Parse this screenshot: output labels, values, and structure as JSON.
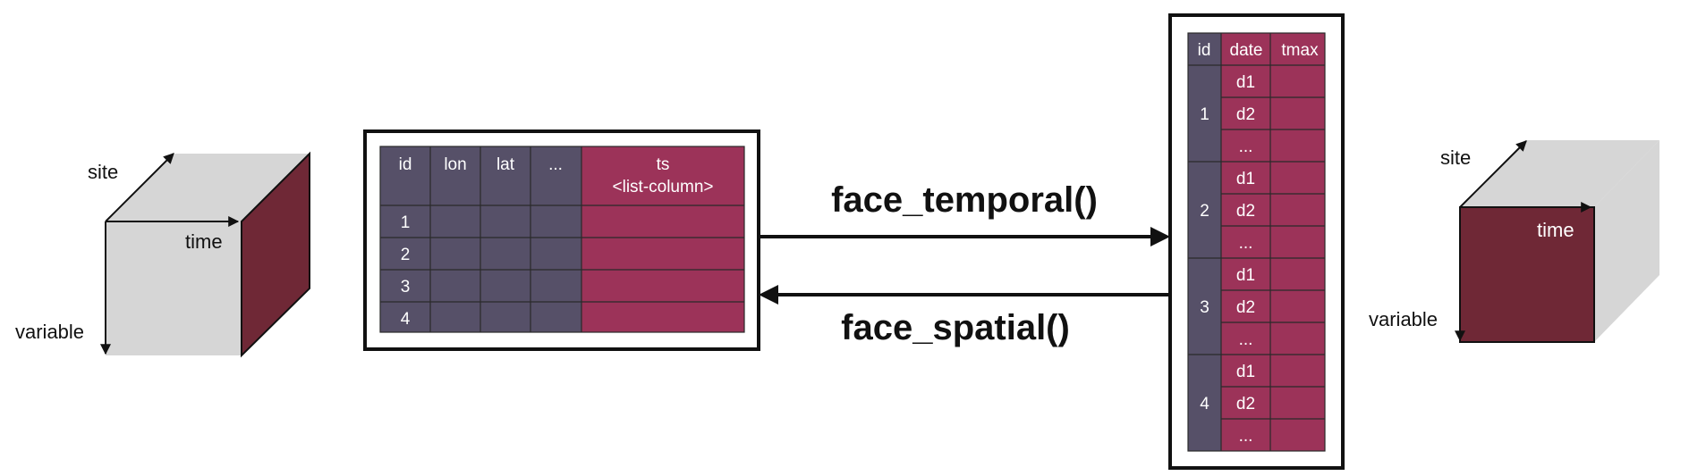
{
  "cube_left": {
    "labels": {
      "site": "site",
      "time": "time",
      "variable": "variable"
    }
  },
  "cube_right": {
    "labels": {
      "site": "site",
      "time": "time",
      "variable": "variable"
    }
  },
  "functions": {
    "temporal": "face_temporal()",
    "spatial": "face_spatial()"
  },
  "spatial_table": {
    "headers": [
      "id",
      "lon",
      "lat",
      "...",
      "ts",
      "<list-column>"
    ],
    "rows": [
      "1",
      "2",
      "3",
      "4"
    ]
  },
  "temporal_table": {
    "headers": [
      "id",
      "date",
      "tmax"
    ],
    "groups": [
      {
        "id": "1",
        "dates": [
          "d1",
          "d2",
          "..."
        ]
      },
      {
        "id": "2",
        "dates": [
          "d1",
          "d2",
          "..."
        ]
      },
      {
        "id": "3",
        "dates": [
          "d1",
          "d2",
          "..."
        ]
      },
      {
        "id": "4",
        "dates": [
          "d1",
          "d2",
          "..."
        ]
      }
    ]
  },
  "colors": {
    "id_fill": "#565068",
    "ts_fill": "#9c3359",
    "cube_light": "#d6d6d6",
    "cube_dark": "#6f2836",
    "ink": "#111111"
  }
}
